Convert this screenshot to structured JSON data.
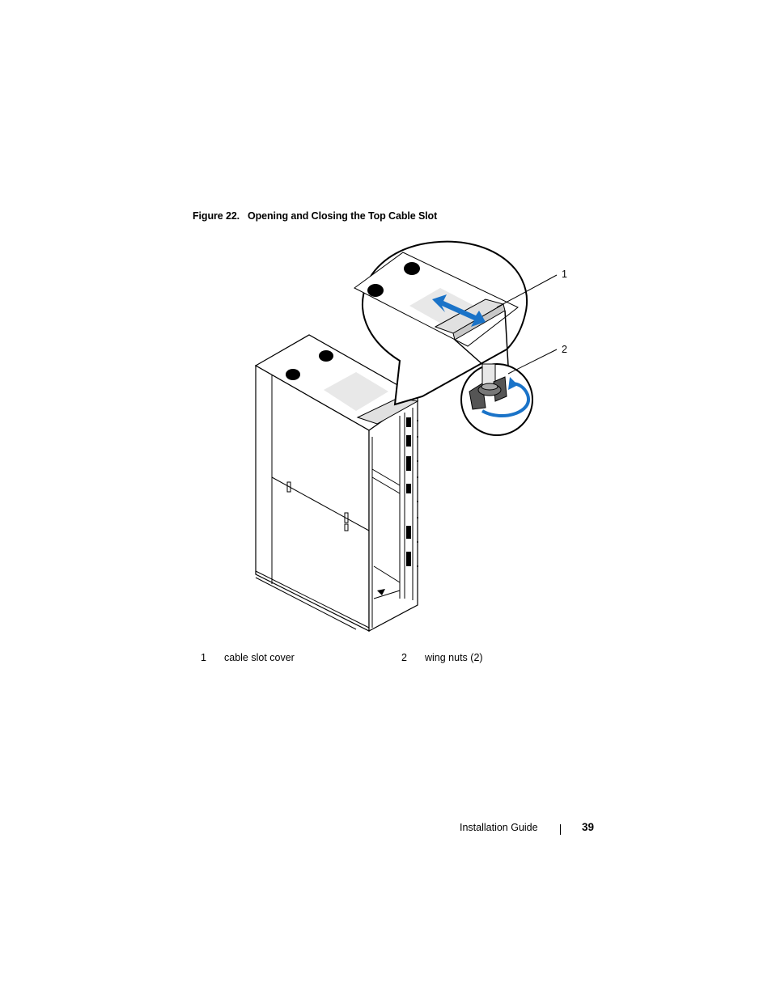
{
  "figure": {
    "number": "Figure 22.",
    "title": "Opening and Closing the Top Cable Slot",
    "callouts": [
      "1",
      "2"
    ]
  },
  "legend": [
    {
      "num": "1",
      "label": "cable slot cover"
    },
    {
      "num": "2",
      "label": "wing nuts (2)"
    }
  ],
  "footer": {
    "title": "Installation Guide",
    "page": "39"
  },
  "colors": {
    "arrow": "#1a73c8",
    "ink": "#000000",
    "panel": "#e8e8e8"
  }
}
